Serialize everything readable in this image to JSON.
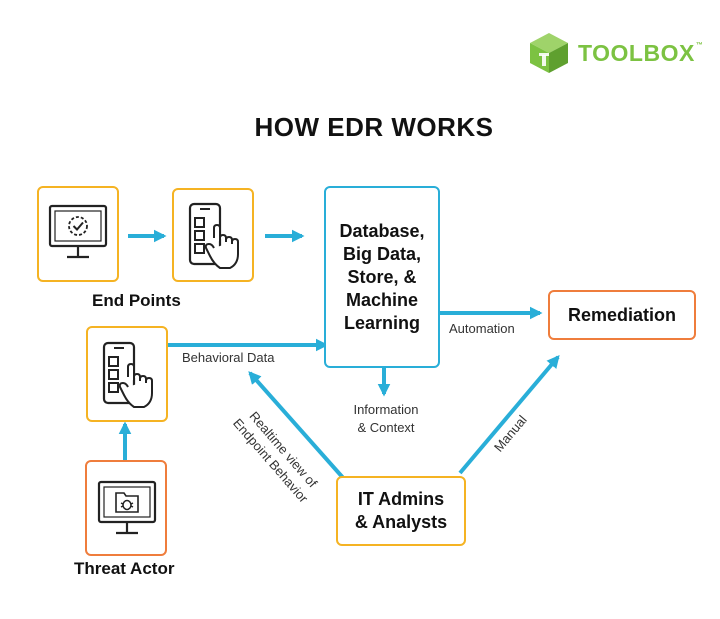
{
  "brand": {
    "name": "TOOLBOX",
    "tm": "™",
    "color": "#7cc242"
  },
  "title": "HOW EDR WORKS",
  "colors": {
    "arrow": "#29aed8",
    "yellow": "#f5b323",
    "orange": "#ef7d3c",
    "blue": "#29aed8"
  },
  "nodes": {
    "end_points_label": "End Points",
    "threat_actor_label": "Threat Actor",
    "database_lines": [
      "Database,",
      "Big Data,",
      "Store, &",
      "Machine",
      "Learning"
    ],
    "remediation": "Remediation",
    "it_admins_lines": [
      "IT Admins",
      "& Analysts"
    ]
  },
  "edges": {
    "behavioral_data": "Behavioral Data",
    "automation": "Automation",
    "information_context_lines": [
      "Information",
      "& Context"
    ],
    "realtime_view_lines": [
      "Realtime view of",
      "Endpoint Behavior"
    ],
    "manual": "Manual"
  },
  "icons": [
    "cube-logo-icon",
    "monitor-check-icon",
    "phone-touch-icon",
    "monitor-bug-icon"
  ]
}
